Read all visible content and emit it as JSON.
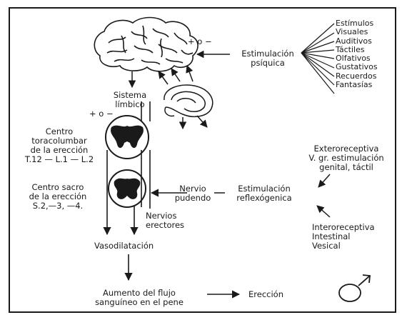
{
  "labels": {
    "stimulus_header": "Estímulos",
    "stimuli": [
      "Visuales",
      "Auditivos",
      "Táctiles",
      "Olfativos",
      "Gustativos",
      "Recuerdos",
      "Fantasías"
    ],
    "psychic_line1": "Estimulación",
    "psychic_line2": "psíquica",
    "brain_signs": "+ o −",
    "limbic_line1": "Sistema",
    "limbic_line2": "límbico",
    "spinal_signs": "+ o −",
    "thoraco_line1": "Centro",
    "thoraco_line2": "toracolumbar",
    "thoraco_line3": "de la erección",
    "thoraco_line4": "T.12 — L.1 — L.2",
    "sacral_line1": "Centro sacro",
    "sacral_line2": "de la erección",
    "sacral_line3": "S.2,—3, —4.",
    "pudendal_line1": "Nervio",
    "pudendal_line2": "pudendo",
    "erector_line1": "Nervios",
    "erector_line2": "erectores",
    "reflex_line1": "Estimulación",
    "reflex_line2": "reflexógenica",
    "extero_line1": "Exteroreceptiva",
    "extero_line2": "V. gr. estimulación",
    "extero_line3": "genital, táctil",
    "intero_line1": "Interoreceptiva",
    "intero_line2": "Intestinal",
    "intero_line3": "Vesical",
    "vasodilation": "Vasodilatación",
    "bloodflow_line1": "Aumento del flujo",
    "bloodflow_line2": "sanguíneo en el pene",
    "erection": "Erección"
  },
  "icons": {
    "brain": "brain-icon",
    "limbic": "limbic-system-icon",
    "spinal_upper": "spinal-cord-section-icon",
    "spinal_lower": "spinal-cord-section-icon",
    "male_symbol": "male-symbol-icon"
  },
  "colors": {
    "ink": "#1a1a1a",
    "background": "#ffffff"
  }
}
